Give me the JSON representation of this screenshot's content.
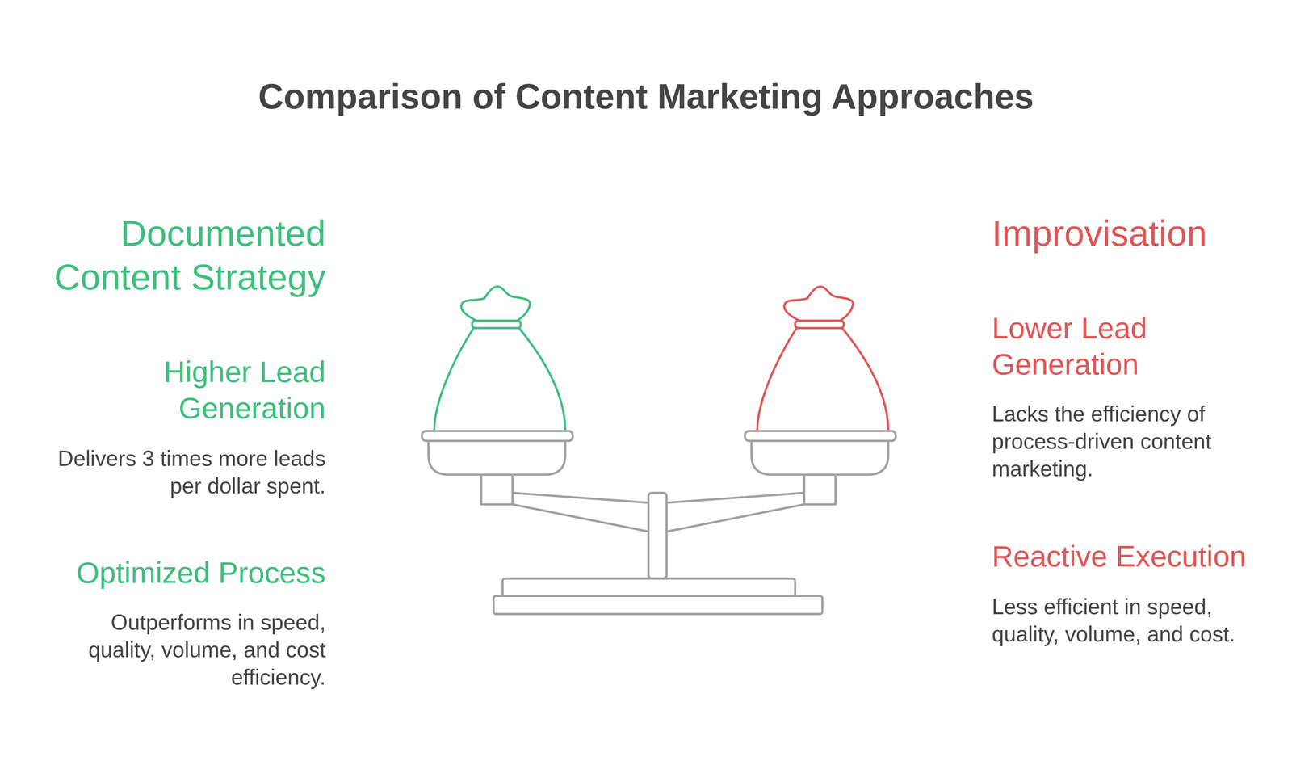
{
  "diagram": {
    "title": "Comparison of Content Marketing Approaches",
    "labels": [
      "Documented Content Strategy",
      "Higher Lead Generation",
      "Delivers 3 times more leads per dollar spent.",
      "Optimized Process",
      "Outperforms in speed, quality, volume, and cost efficiency.",
      "Improvisation",
      "Lower Lead Generation",
      "Lacks the efficiency of process-driven content marketing.",
      "Reactive Execution",
      "Less efficient in speed, quality, volume, and cost."
    ]
  }
}
